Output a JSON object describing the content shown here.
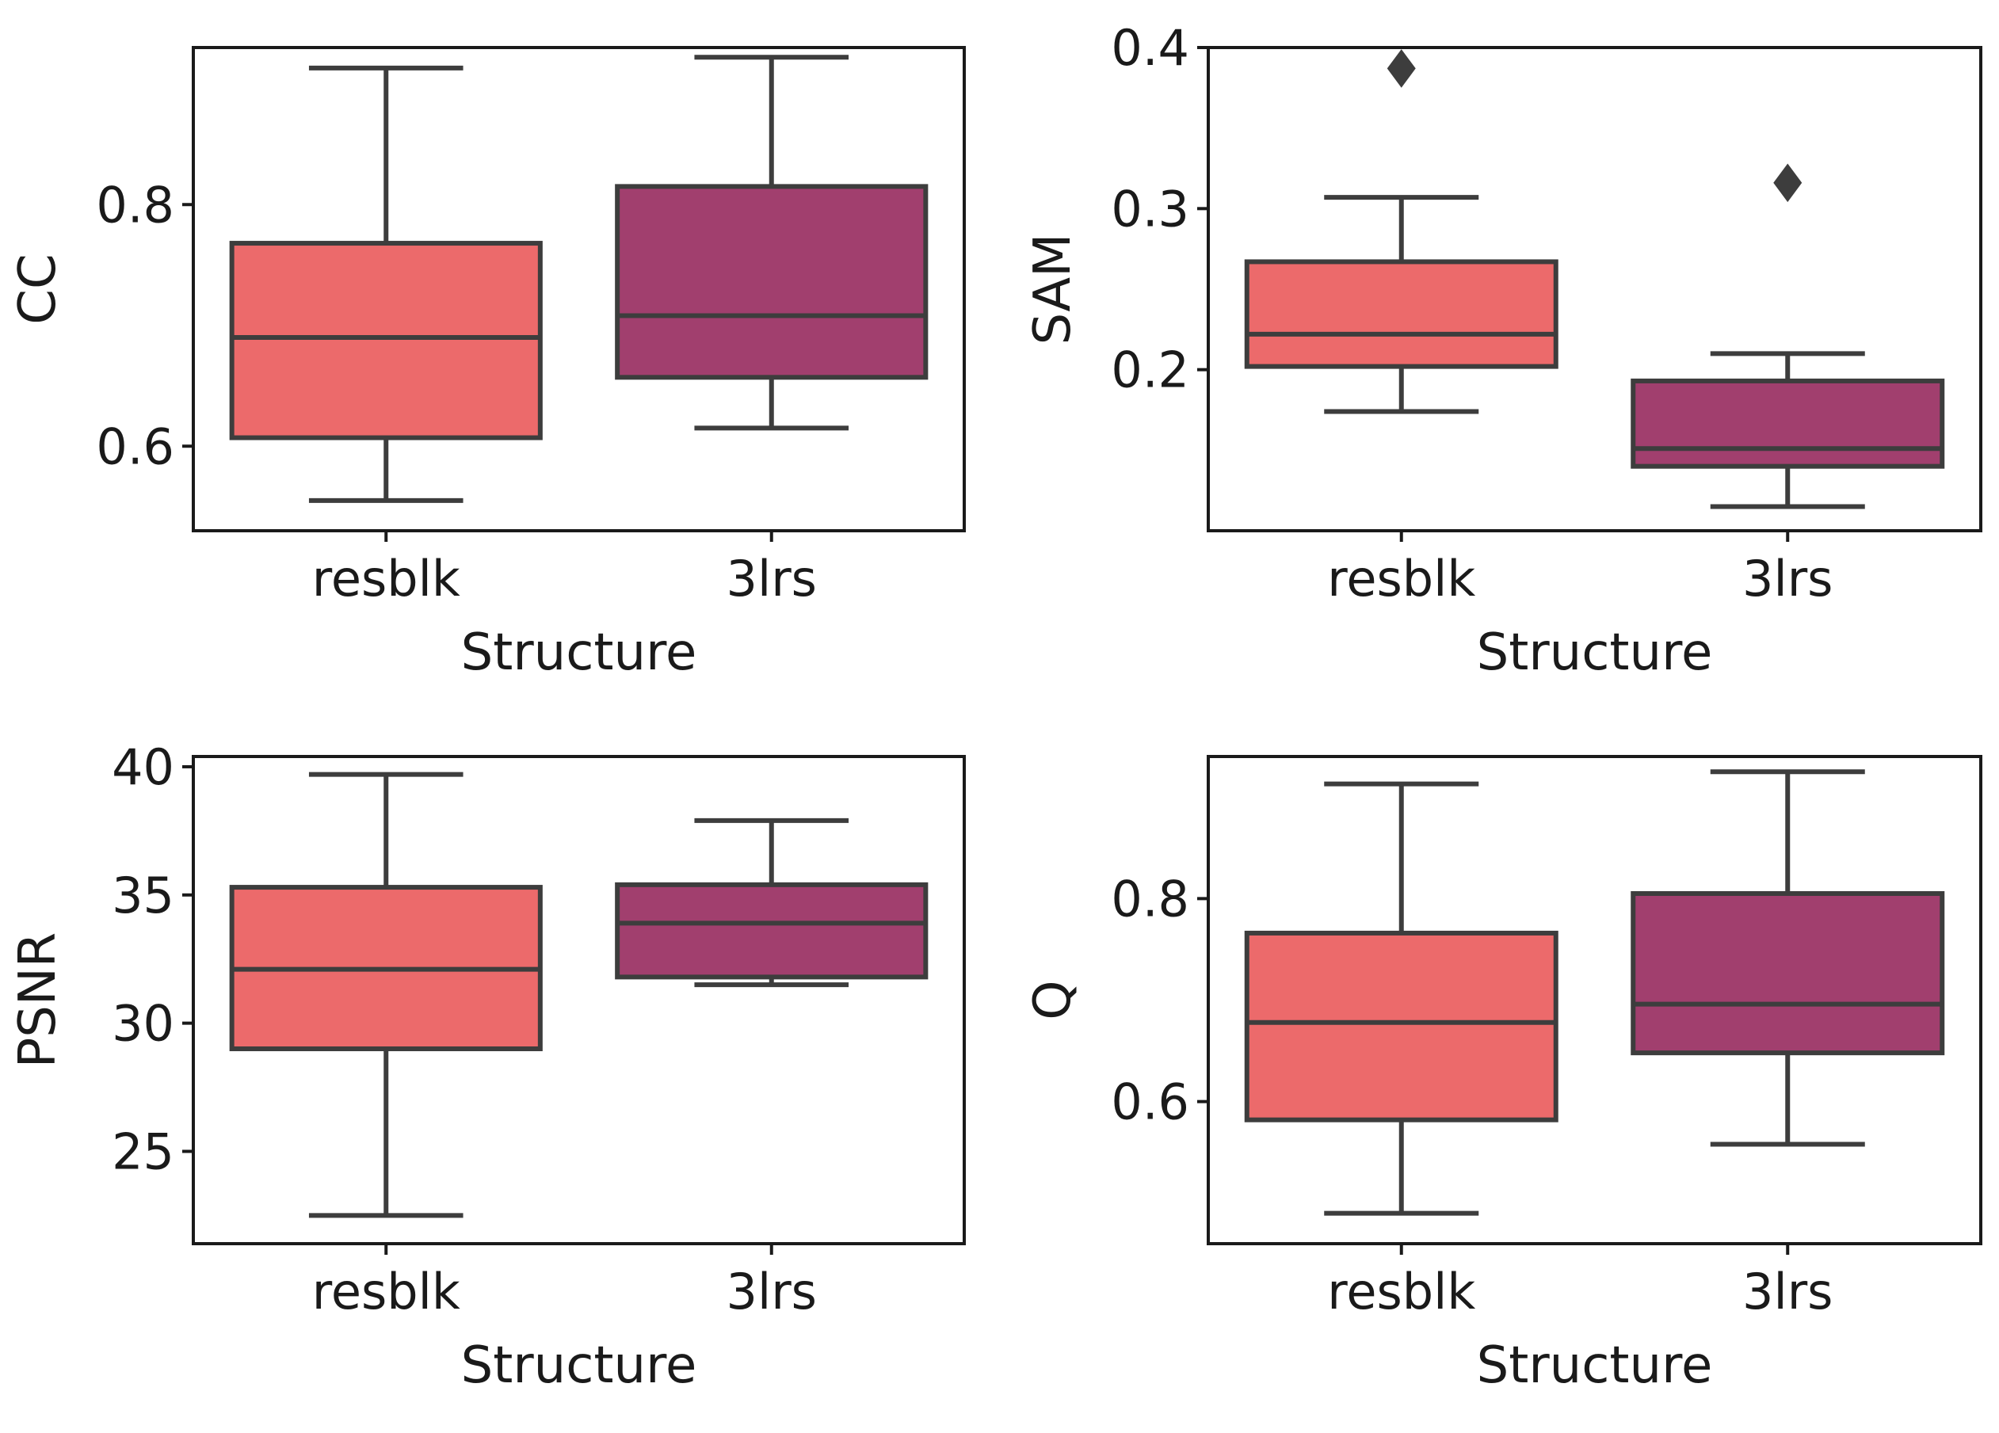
{
  "chart_data": [
    {
      "type": "box",
      "ylabel": "CC",
      "xlabel": "Structure",
      "ylim": [
        0.53,
        0.93
      ],
      "yticks": [
        "0.6",
        "0.8"
      ],
      "ytick_values": [
        0.6,
        0.8
      ],
      "categories": [
        "resblk",
        "3lrs"
      ],
      "boxes": [
        {
          "category": "resblk",
          "min": 0.555,
          "q1": 0.607,
          "median": 0.69,
          "q3": 0.768,
          "max": 0.913,
          "color": "#ec6a6b",
          "outliers": []
        },
        {
          "category": "3lrs",
          "min": 0.615,
          "q1": 0.657,
          "median": 0.708,
          "q3": 0.815,
          "max": 0.922,
          "color": "#a13f6e",
          "outliers": []
        }
      ]
    },
    {
      "type": "box",
      "ylabel": "SAM",
      "xlabel": "Structure",
      "ylim": [
        0.1,
        0.4
      ],
      "yticks": [
        "0.2",
        "0.3",
        "0.4"
      ],
      "ytick_values": [
        0.2,
        0.3,
        0.4
      ],
      "categories": [
        "resblk",
        "3lrs"
      ],
      "boxes": [
        {
          "category": "resblk",
          "min": 0.174,
          "q1": 0.202,
          "median": 0.222,
          "q3": 0.267,
          "max": 0.307,
          "color": "#ec6a6b",
          "outliers": [
            0.387
          ]
        },
        {
          "category": "3lrs",
          "min": 0.115,
          "q1": 0.14,
          "median": 0.151,
          "q3": 0.193,
          "max": 0.21,
          "color": "#a13f6e",
          "outliers": [
            0.316
          ]
        }
      ]
    },
    {
      "type": "box",
      "ylabel": "PSNR",
      "xlabel": "Structure",
      "ylim": [
        21.4,
        40.4
      ],
      "yticks": [
        "25",
        "30",
        "35",
        "40"
      ],
      "ytick_values": [
        25,
        30,
        35,
        40
      ],
      "categories": [
        "resblk",
        "3lrs"
      ],
      "boxes": [
        {
          "category": "resblk",
          "min": 22.5,
          "q1": 29.0,
          "median": 32.1,
          "q3": 35.3,
          "max": 39.7,
          "color": "#ec6a6b",
          "outliers": []
        },
        {
          "category": "3lrs",
          "min": 31.5,
          "q1": 31.8,
          "median": 33.9,
          "q3": 35.4,
          "max": 37.9,
          "color": "#a13f6e",
          "outliers": []
        }
      ]
    },
    {
      "type": "box",
      "ylabel": "Q",
      "xlabel": "Structure",
      "ylim": [
        0.46,
        0.94
      ],
      "yticks": [
        "0.6",
        "0.8"
      ],
      "ytick_values": [
        0.6,
        0.8
      ],
      "categories": [
        "resblk",
        "3lrs"
      ],
      "boxes": [
        {
          "category": "resblk",
          "min": 0.49,
          "q1": 0.582,
          "median": 0.678,
          "q3": 0.766,
          "max": 0.913,
          "color": "#ec6a6b",
          "outliers": []
        },
        {
          "category": "3lrs",
          "min": 0.558,
          "q1": 0.648,
          "median": 0.696,
          "q3": 0.805,
          "max": 0.925,
          "color": "#a13f6e",
          "outliers": []
        }
      ]
    }
  ]
}
